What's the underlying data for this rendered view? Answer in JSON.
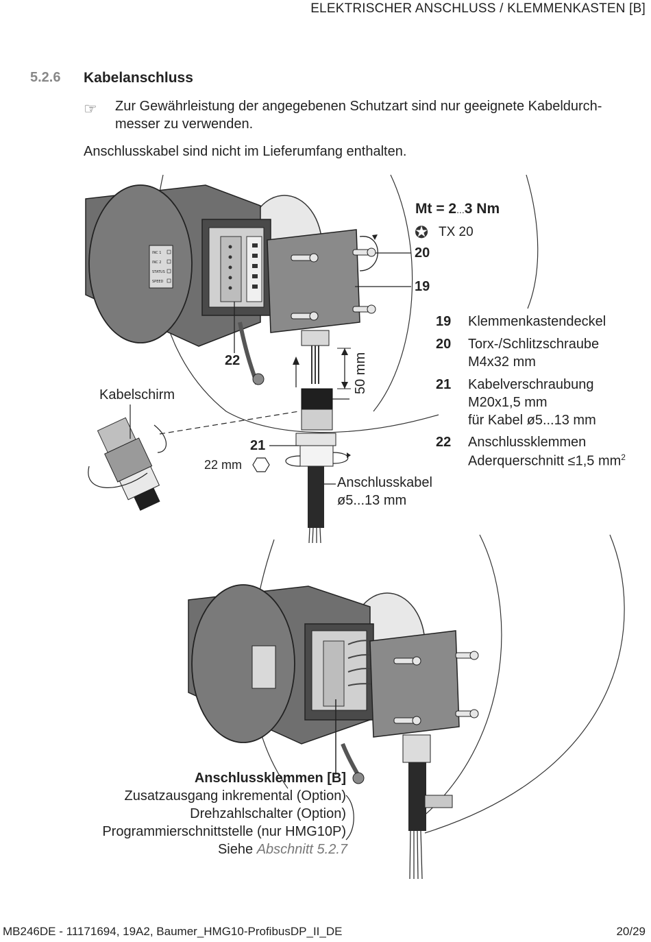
{
  "header": {
    "title": "ELEKTRISCHER ANSCHLUSS / KLEMMENKASTEN [B]"
  },
  "section": {
    "number": "5.2.6",
    "title": "Kabelanschluss"
  },
  "note": {
    "icon": "pointing-hand-icon",
    "line1": "Zur Gewährleistung der angegebenen Schutzart sind nur geeignete Kabeldurch-",
    "line2": "messer zu verwenden."
  },
  "intro": "Anschlusskabel sind nicht im Lieferumfang enthalten.",
  "figure1": {
    "torque_prefix": "Mt = 2",
    "torque_dots": "...",
    "torque_suffix": "3 Nm",
    "tool_label": "TX 20",
    "callout_20": "20",
    "callout_19": "19",
    "callout_22": "22",
    "callout_21": "21",
    "dim_50": "50 mm",
    "kabelschirm": "Kabelschirm",
    "wrench_size": "22 mm",
    "cable_label_1": "Anschlusskabel",
    "cable_label_2": "ø5...13 mm",
    "legend": [
      {
        "num": "19",
        "lines": [
          "Klemmenkastendeckel"
        ]
      },
      {
        "num": "20",
        "lines": [
          "Torx-/Schlitzschraube",
          "M4x32 mm"
        ]
      },
      {
        "num": "21",
        "lines": [
          "Kabelverschraubung",
          "M20x1,5 mm",
          "für Kabel ø5...13 mm"
        ]
      },
      {
        "num": "22",
        "lines": [
          "Anschlussklemmen",
          "Aderquerschnitt ≤1,5 mm"
        ],
        "sup": "2"
      }
    ],
    "device_leds": [
      "INC 1",
      "INC 2",
      "STATUS",
      "SPEED"
    ]
  },
  "figure2": {
    "title": "Anschlussklemmen [B]",
    "lines": [
      "Zusatzausgang inkremental (Option)",
      "Drehzahlschalter (Option)",
      "Programmierschnittstelle (nur HMG10P)"
    ],
    "see_prefix": "Siehe ",
    "see_link": "Abschnitt 5.2.7"
  },
  "footer": {
    "left": "MB246DE - 11171694, 19A2, Baumer_HMG10-ProfibusDP_II_DE",
    "right": "20/29"
  }
}
